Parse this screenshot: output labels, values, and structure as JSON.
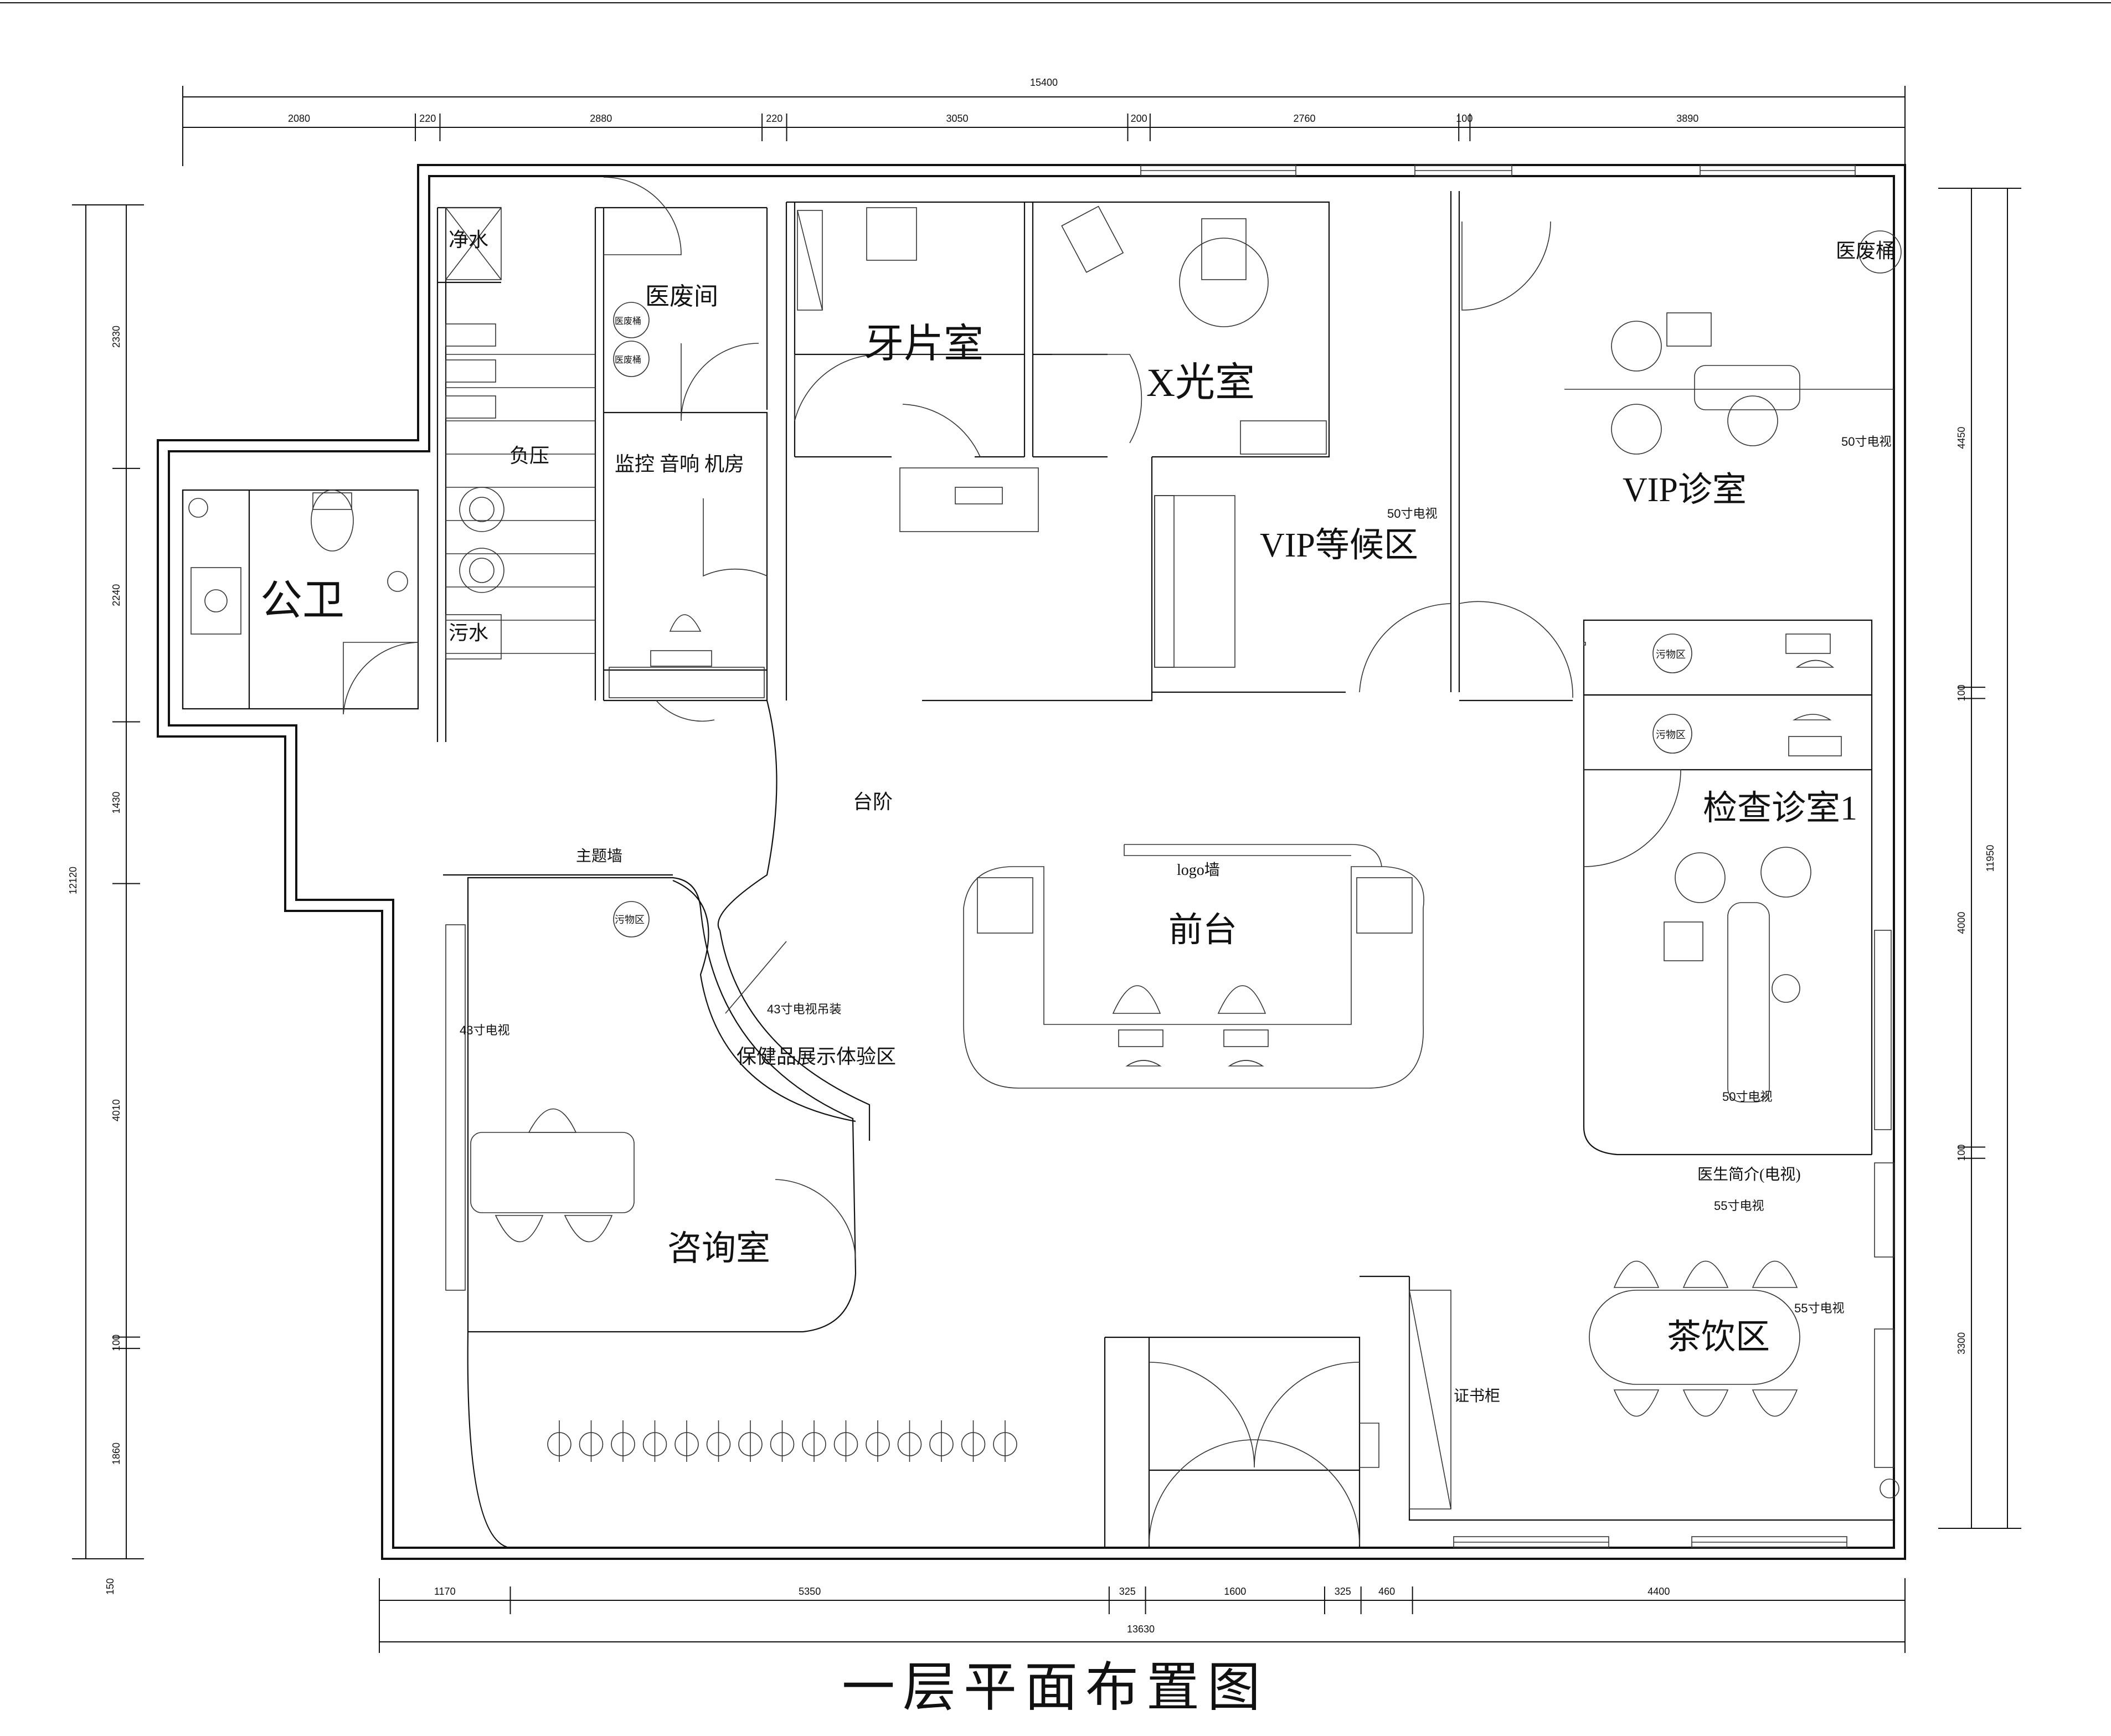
{
  "title": "一层平面布置图",
  "rooms": {
    "jingshui": "净水",
    "yifeijian": "医废间",
    "yapianshi": "牙片室",
    "xguangshi": "X光室",
    "yifeitong": "医废桶",
    "fuya": "负压",
    "jiankong": "监控 音响 机房",
    "gongwei": "公卫",
    "wushui": "污水",
    "vip_zhenshi": "VIP诊室",
    "vip_denghou": "VIP等候区",
    "jiancha1": "检查诊室1",
    "taijie": "台阶",
    "zhutiqiang": "主题墙",
    "logoqiang": "logo墙",
    "qiantai": "前台",
    "baojianpin": "保健品展示体验区",
    "zixunshi": "咨询室",
    "chayin": "茶饮区",
    "zhengshugui": "证书柜",
    "yisheng_jianjie": "医生简介(电视)"
  },
  "notes": {
    "tv50_a": "50寸电视",
    "tv50_b": "50寸电视",
    "tv50_c": "50寸电视",
    "tv43": "43寸电视",
    "tv43_hang": "43寸电视吊装",
    "tv55_a": "55寸电视",
    "tv55_b": "55寸电视",
    "yifeitong_small_1": "医废桶",
    "yifeitong_small_2": "医废桶",
    "wuwu_1": "污物区",
    "wuwu_2": "污物区",
    "wuwu_3": "污物区"
  },
  "dimensions": {
    "top_total": "15400",
    "top_segments": [
      "2080",
      "220",
      "2880",
      "220",
      "3050",
      "200",
      "2760",
      "100",
      "3890"
    ],
    "bottom_total": "13630",
    "bottom_segments": [
      "1170",
      "5350",
      "325",
      "1600",
      "325",
      "460",
      "4400"
    ],
    "left_total": "12120",
    "left_segments": [
      "2330",
      "2240",
      "1430",
      "4010",
      "100",
      "1860"
    ],
    "left_bottom": "150",
    "right_total": "11950",
    "right_segments": [
      "4450",
      "100",
      "4000",
      "100",
      "3300"
    ]
  }
}
